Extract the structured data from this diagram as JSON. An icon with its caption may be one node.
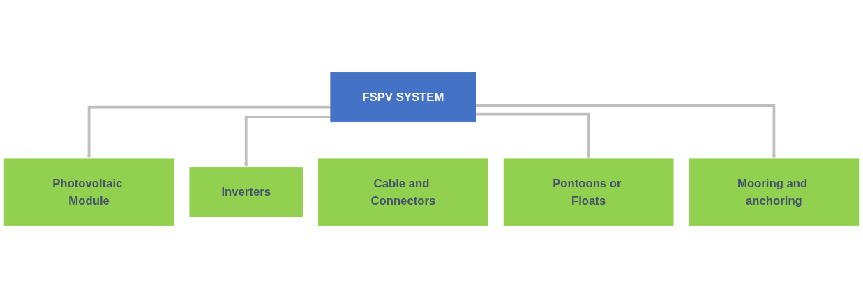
{
  "diagram": {
    "nodes": [
      {
        "text": [
          "FSPV SYSTEM"
        ]
      },
      {
        "text": [
          "Photovoltaic Module"
        ]
      },
      {
        "text": [
          "Inverters"
        ]
      },
      {
        "text": [
          "Cable and Connectors"
        ]
      },
      {
        "text": [
          "Pontoons or Floats"
        ]
      },
      {
        "text": [
          "Mooring and anchoring"
        ]
      }
    ],
    "edges": [
      {
        "from": 0,
        "to": 1,
        "arrow": "to"
      },
      {
        "from": 0,
        "to": 2,
        "arrow": "to"
      },
      {
        "from": 0,
        "to": 4,
        "arrow": "to"
      },
      {
        "from": 0,
        "to": 5,
        "arrow": "to"
      }
    ]
  }
}
